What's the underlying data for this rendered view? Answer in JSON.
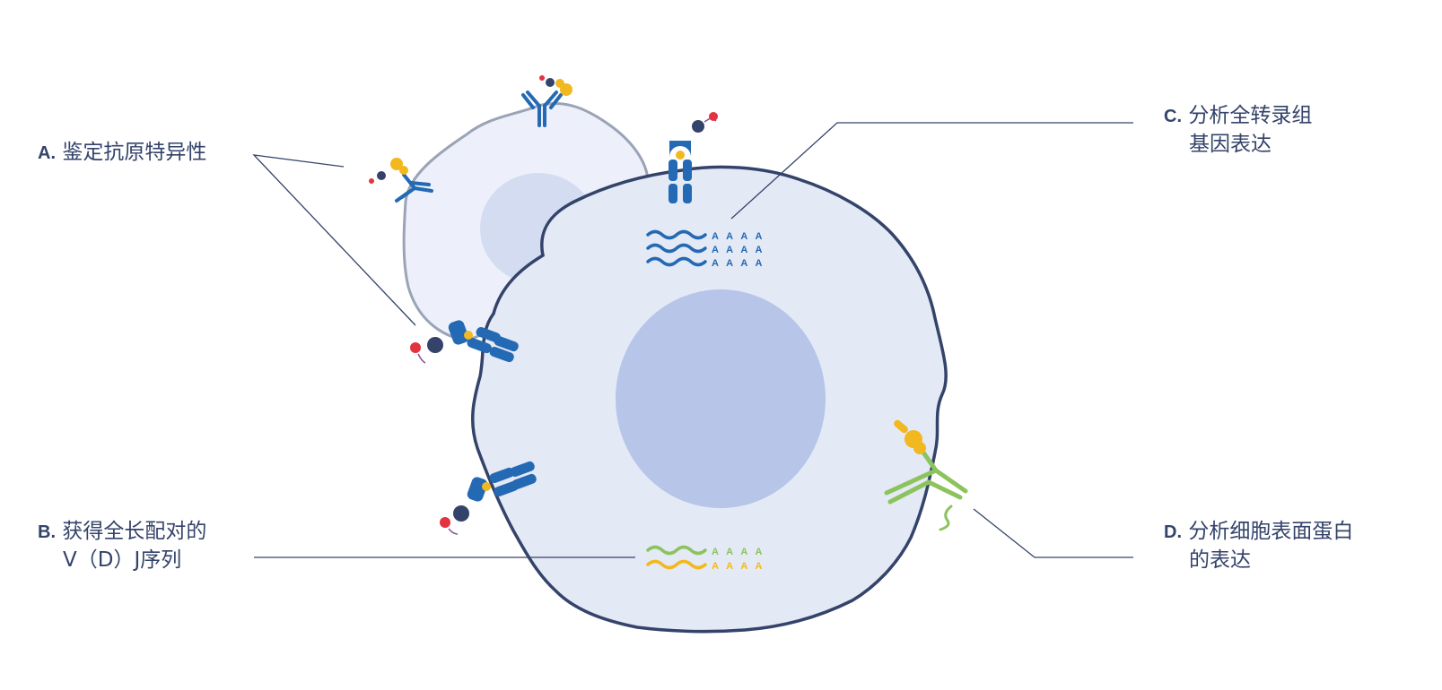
{
  "labels": {
    "a": {
      "key": "A.",
      "line1": "鉴定抗原特异性",
      "line2": ""
    },
    "b": {
      "key": "B.",
      "line1": "获得全长配对的",
      "line2": "V（D）J序列"
    },
    "c": {
      "key": "C.",
      "line1": "分析全转录组",
      "line2": "基因表达"
    },
    "d": {
      "key": "D.",
      "line1": "分析细胞表面蛋白",
      "line2": "的表达"
    }
  },
  "polyA": {
    "tag": "A A A A"
  },
  "colors": {
    "text": "#34436a",
    "leader_line": "#34436a",
    "cell_fill": "#e4e9f6",
    "cell_outline": "#34436a",
    "nucleus": "#b6c5e8",
    "back_cell_fill": "#edf0fa",
    "back_cell_outline": "#9ba3b6",
    "receptor_blue": "#2369b3",
    "antigen_yellow": "#f2b81f",
    "protein_green": "#8cc35d",
    "barcode_dark": "#34436a",
    "fluor_red": "#e2333e",
    "linker_purple": "#8a4f9a"
  }
}
